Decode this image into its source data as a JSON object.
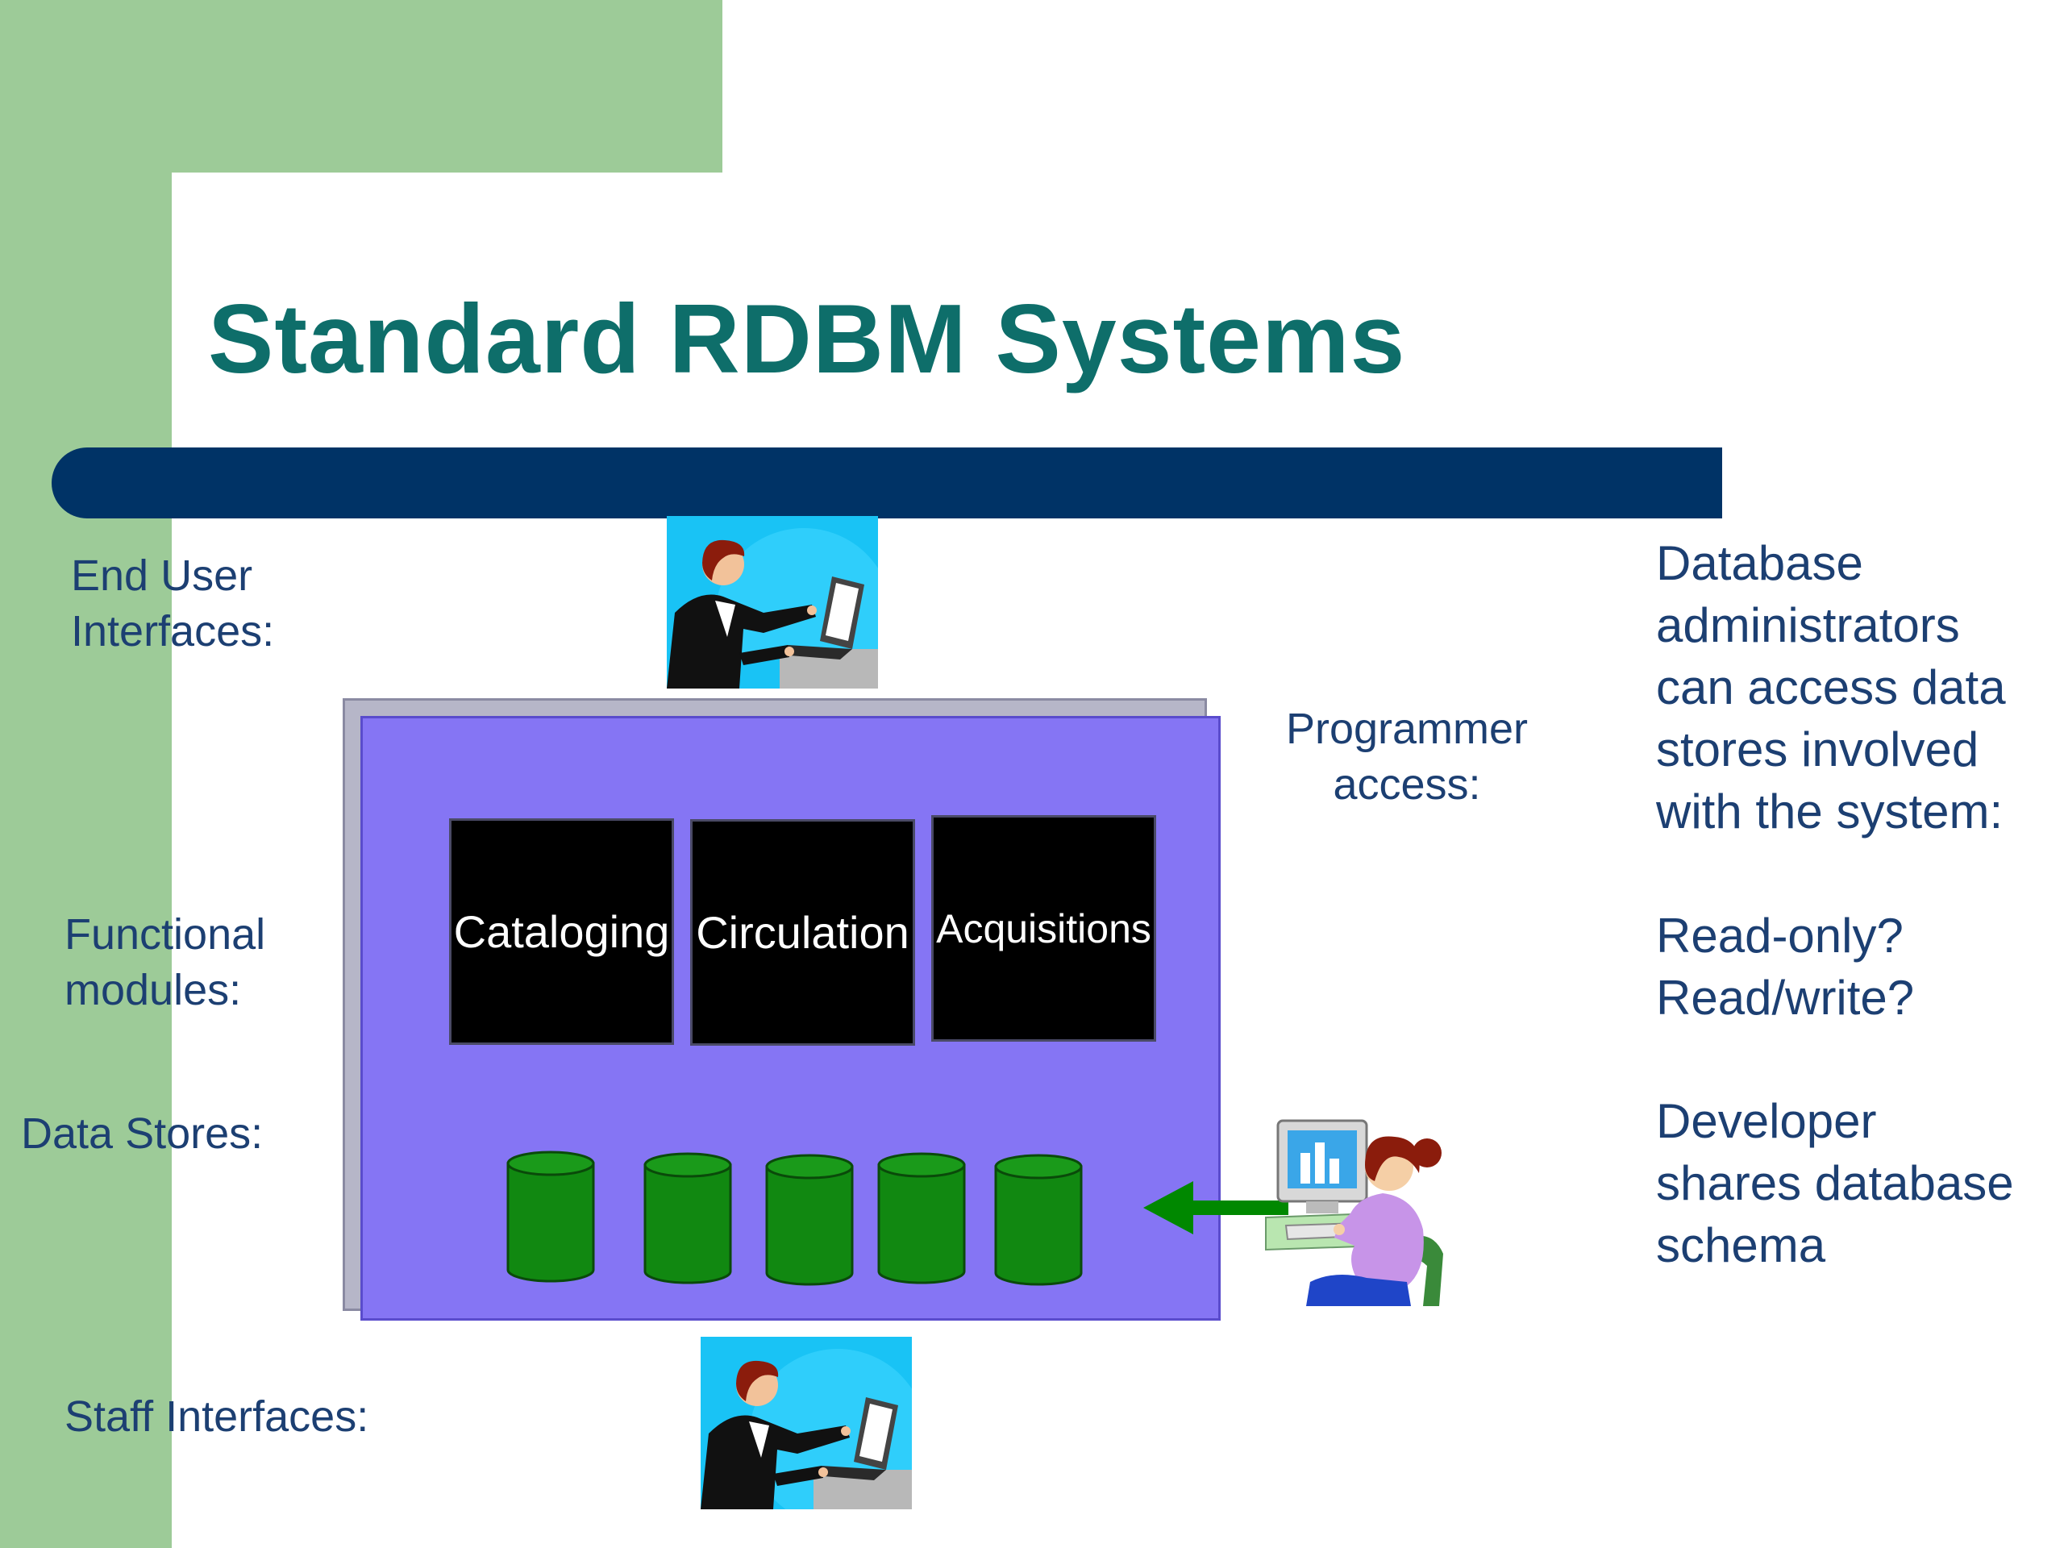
{
  "slide": {
    "title": "Standard RDBM Systems"
  },
  "labels": {
    "end_user": [
      "End User",
      "Interfaces:"
    ],
    "functional": [
      "Functional",
      "modules:"
    ],
    "data_stores": "Data Stores:",
    "staff": "Staff Interfaces:",
    "programmer": [
      "Programmer",
      "access:"
    ]
  },
  "modules": [
    "Cataloging",
    "Circulation",
    "Acquisitions"
  ],
  "data_store_count": 5,
  "right_text": {
    "para1": [
      "Database",
      "administrators",
      "can access data",
      "stores involved",
      "with the system:"
    ],
    "para2": [
      "Read-only?",
      "Read/write?"
    ],
    "para3": [
      "Developer",
      "shares database",
      "schema"
    ]
  },
  "colors": {
    "title": "#0e6e6a",
    "accent_bar": "#003366",
    "side_green": "#9dcb98",
    "system_box": "#8575f4",
    "cylinder": "#118811",
    "text": "#1c3f72"
  },
  "icons": {
    "end_user": "user-at-laptop-icon",
    "staff": "staff-at-laptop-icon",
    "programmer": "programmer-at-computer-icon"
  }
}
